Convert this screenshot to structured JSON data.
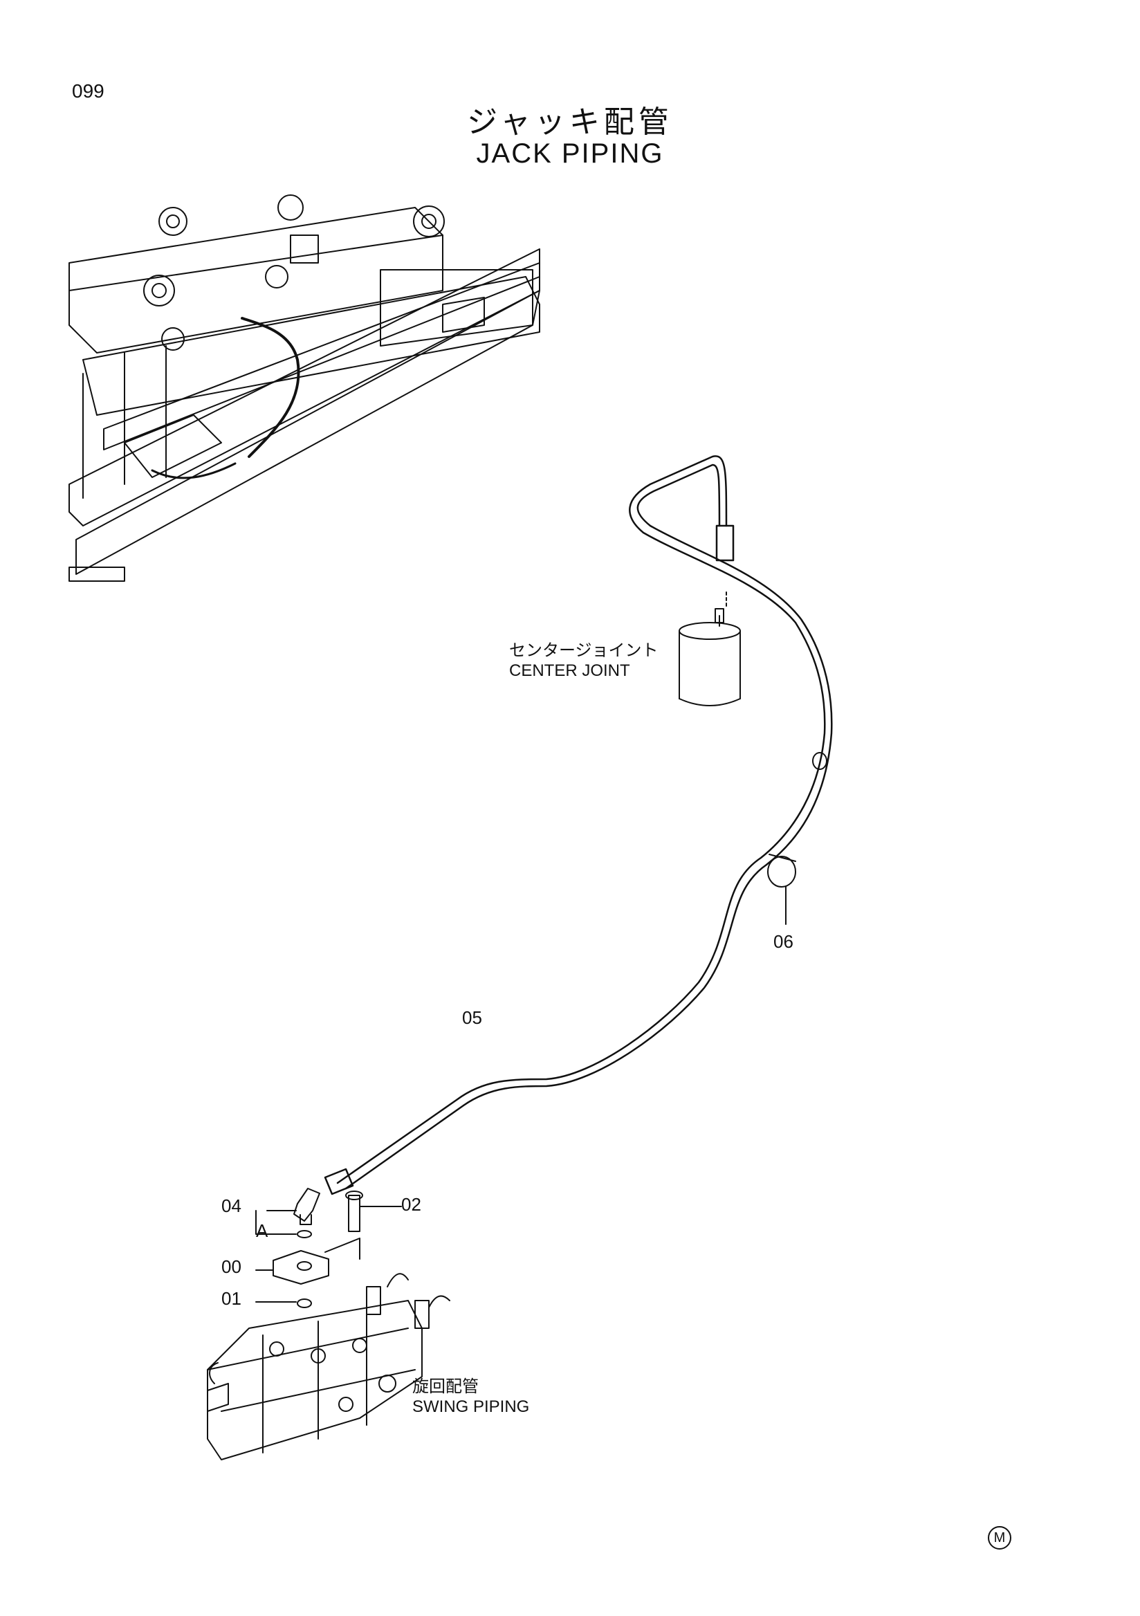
{
  "page": {
    "number": "099"
  },
  "title": {
    "jp": "ジャッキ配管",
    "en": "JACK PIPING"
  },
  "labels": {
    "center_joint_jp": "センタージョイント",
    "center_joint_en": "CENTER JOINT",
    "swing_piping_jp": "旋回配管",
    "swing_piping_en": "SWING PIPING"
  },
  "parts": {
    "p00": "00",
    "p01": "01",
    "p02": "02",
    "p04": "04",
    "p05": "05",
    "p06": "06",
    "detail_a": "A"
  },
  "mark": "M"
}
